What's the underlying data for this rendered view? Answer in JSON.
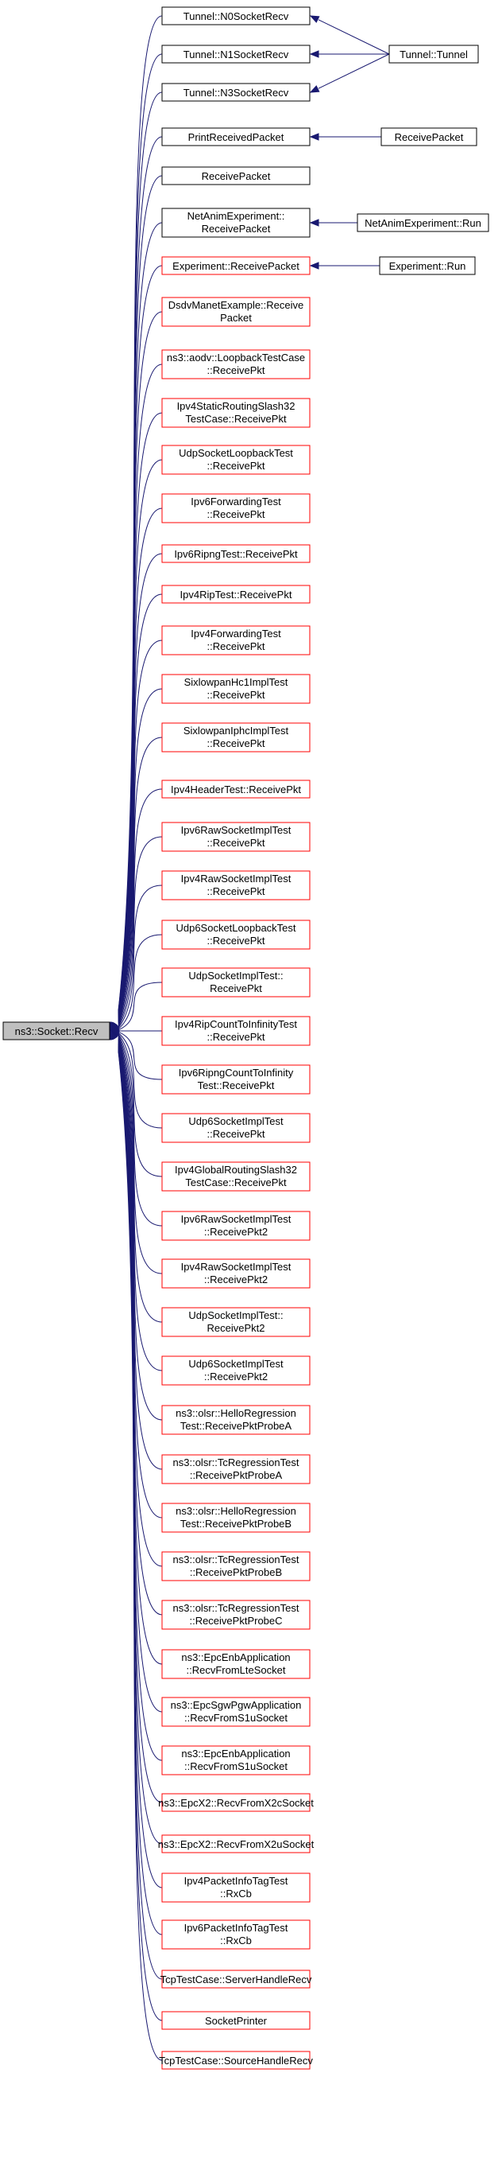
{
  "root": {
    "id": "root",
    "lines": [
      "ns3::Socket::Recv"
    ],
    "color": "gray"
  },
  "callers": [
    {
      "id": "n0",
      "lines": [
        "Tunnel::N0SocketRecv"
      ],
      "color": "black"
    },
    {
      "id": "n1",
      "lines": [
        "Tunnel::N1SocketRecv"
      ],
      "color": "black"
    },
    {
      "id": "n2",
      "lines": [
        "Tunnel::N3SocketRecv"
      ],
      "color": "black"
    },
    {
      "id": "n3",
      "lines": [
        "PrintReceivedPacket"
      ],
      "color": "black"
    },
    {
      "id": "n4",
      "lines": [
        "ReceivePacket"
      ],
      "color": "black"
    },
    {
      "id": "n5",
      "lines": [
        "NetAnimExperiment::",
        "ReceivePacket"
      ],
      "color": "black"
    },
    {
      "id": "n6",
      "lines": [
        "Experiment::ReceivePacket"
      ],
      "color": "red"
    },
    {
      "id": "n7",
      "lines": [
        "DsdvManetExample::Receive",
        "Packet"
      ],
      "color": "red"
    },
    {
      "id": "n8",
      "lines": [
        "ns3::aodv::LoopbackTestCase",
        "::ReceivePkt"
      ],
      "color": "red"
    },
    {
      "id": "n9",
      "lines": [
        "Ipv4StaticRoutingSlash32",
        "TestCase::ReceivePkt"
      ],
      "color": "red"
    },
    {
      "id": "n10",
      "lines": [
        "UdpSocketLoopbackTest",
        "::ReceivePkt"
      ],
      "color": "red"
    },
    {
      "id": "n11",
      "lines": [
        "Ipv6ForwardingTest",
        "::ReceivePkt"
      ],
      "color": "red"
    },
    {
      "id": "n12",
      "lines": [
        "Ipv6RipngTest::ReceivePkt"
      ],
      "color": "red"
    },
    {
      "id": "n13",
      "lines": [
        "Ipv4RipTest::ReceivePkt"
      ],
      "color": "red"
    },
    {
      "id": "n14",
      "lines": [
        "Ipv4ForwardingTest",
        "::ReceivePkt"
      ],
      "color": "red"
    },
    {
      "id": "n15",
      "lines": [
        "SixlowpanHc1ImplTest",
        "::ReceivePkt"
      ],
      "color": "red"
    },
    {
      "id": "n16",
      "lines": [
        "SixlowpanIphcImplTest",
        "::ReceivePkt"
      ],
      "color": "red"
    },
    {
      "id": "n17",
      "lines": [
        "Ipv4HeaderTest::ReceivePkt"
      ],
      "color": "red"
    },
    {
      "id": "n18",
      "lines": [
        "Ipv6RawSocketImplTest",
        "::ReceivePkt"
      ],
      "color": "red"
    },
    {
      "id": "n19",
      "lines": [
        "Ipv4RawSocketImplTest",
        "::ReceivePkt"
      ],
      "color": "red"
    },
    {
      "id": "n20",
      "lines": [
        "Udp6SocketLoopbackTest",
        "::ReceivePkt"
      ],
      "color": "red"
    },
    {
      "id": "n21",
      "lines": [
        "UdpSocketImplTest::",
        "ReceivePkt"
      ],
      "color": "red"
    },
    {
      "id": "n22",
      "lines": [
        "Ipv4RipCountToInfinityTest",
        "::ReceivePkt"
      ],
      "color": "red"
    },
    {
      "id": "n23",
      "lines": [
        "Ipv6RipngCountToInfinity",
        "Test::ReceivePkt"
      ],
      "color": "red"
    },
    {
      "id": "n24",
      "lines": [
        "Udp6SocketImplTest",
        "::ReceivePkt"
      ],
      "color": "red"
    },
    {
      "id": "n25",
      "lines": [
        "Ipv4GlobalRoutingSlash32",
        "TestCase::ReceivePkt"
      ],
      "color": "red"
    },
    {
      "id": "n26",
      "lines": [
        "Ipv6RawSocketImplTest",
        "::ReceivePkt2"
      ],
      "color": "red"
    },
    {
      "id": "n27",
      "lines": [
        "Ipv4RawSocketImplTest",
        "::ReceivePkt2"
      ],
      "color": "red"
    },
    {
      "id": "n28",
      "lines": [
        "UdpSocketImplTest::",
        "ReceivePkt2"
      ],
      "color": "red"
    },
    {
      "id": "n29",
      "lines": [
        "Udp6SocketImplTest",
        "::ReceivePkt2"
      ],
      "color": "red"
    },
    {
      "id": "n30",
      "lines": [
        "ns3::olsr::HelloRegression",
        "Test::ReceivePktProbeA"
      ],
      "color": "red"
    },
    {
      "id": "n31",
      "lines": [
        "ns3::olsr::TcRegressionTest",
        "::ReceivePktProbeA"
      ],
      "color": "red"
    },
    {
      "id": "n32",
      "lines": [
        "ns3::olsr::HelloRegression",
        "Test::ReceivePktProbeB"
      ],
      "color": "red"
    },
    {
      "id": "n33",
      "lines": [
        "ns3::olsr::TcRegressionTest",
        "::ReceivePktProbeB"
      ],
      "color": "red"
    },
    {
      "id": "n34",
      "lines": [
        "ns3::olsr::TcRegressionTest",
        "::ReceivePktProbeC"
      ],
      "color": "red"
    },
    {
      "id": "n35",
      "lines": [
        "ns3::EpcEnbApplication",
        "::RecvFromLteSocket"
      ],
      "color": "red"
    },
    {
      "id": "n36",
      "lines": [
        "ns3::EpcSgwPgwApplication",
        "::RecvFromS1uSocket"
      ],
      "color": "red"
    },
    {
      "id": "n37",
      "lines": [
        "ns3::EpcEnbApplication",
        "::RecvFromS1uSocket"
      ],
      "color": "red"
    },
    {
      "id": "n38",
      "lines": [
        "ns3::EpcX2::RecvFromX2cSocket"
      ],
      "color": "red"
    },
    {
      "id": "n39",
      "lines": [
        "ns3::EpcX2::RecvFromX2uSocket"
      ],
      "color": "red"
    },
    {
      "id": "n40",
      "lines": [
        "Ipv4PacketInfoTagTest",
        "::RxCb"
      ],
      "color": "red"
    },
    {
      "id": "n41",
      "lines": [
        "Ipv6PacketInfoTagTest",
        "::RxCb"
      ],
      "color": "red"
    },
    {
      "id": "n42",
      "lines": [
        "TcpTestCase::ServerHandleRecv"
      ],
      "color": "red"
    },
    {
      "id": "n43",
      "lines": [
        "SocketPrinter"
      ],
      "color": "red"
    },
    {
      "id": "n44",
      "lines": [
        "TcpTestCase::SourceHandleRecv"
      ],
      "color": "red"
    }
  ],
  "secondary": [
    {
      "id": "s0",
      "lines": [
        "Tunnel::Tunnel"
      ],
      "color": "black"
    },
    {
      "id": "s1",
      "lines": [
        "ReceivePacket"
      ],
      "color": "black"
    },
    {
      "id": "s2",
      "lines": [
        "NetAnimExperiment::Run"
      ],
      "color": "black"
    },
    {
      "id": "s3",
      "lines": [
        "Experiment::Run"
      ],
      "color": "black"
    }
  ],
  "links": [
    {
      "from": "s0",
      "to": "n0"
    },
    {
      "from": "s0",
      "to": "n1"
    },
    {
      "from": "s0",
      "to": "n2"
    },
    {
      "from": "s1",
      "to": "n3"
    },
    {
      "from": "s2",
      "to": "n5"
    },
    {
      "from": "s3",
      "to": "n6"
    }
  ]
}
